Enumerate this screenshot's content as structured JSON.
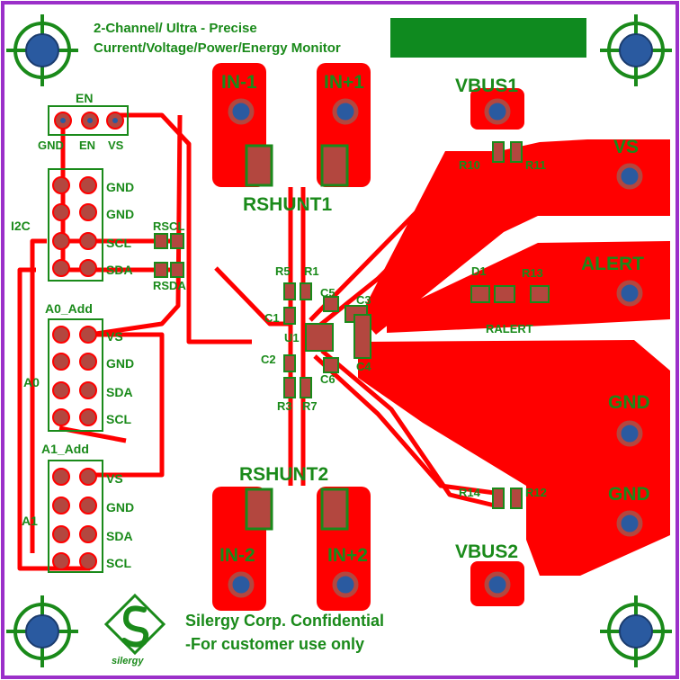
{
  "title": {
    "line1": "2-Channel/ Ultra - Precise",
    "line2": "Current/Voltage/Power/Energy Monitor"
  },
  "pads": {
    "in_minus_1": "IN-1",
    "in_plus_1": "IN+1",
    "in_minus_2": "IN-2",
    "in_plus_2": "IN+2",
    "vbus1": "VBUS1",
    "vbus2": "VBUS2",
    "vs": "VS",
    "alert": "ALERT",
    "gnd_1": "GND",
    "gnd_2": "GND"
  },
  "components": {
    "rshunt1": "RSHUNT1",
    "rshunt2": "RSHUNT2",
    "u1": "U1",
    "r5": "R5",
    "r1": "R1",
    "c5": "C5",
    "c3": "C3",
    "c1": "C1",
    "c2": "C2",
    "c4": "C4",
    "c6": "C6",
    "r3": "R3",
    "r7": "R7",
    "r10": "R10",
    "r11": "R11",
    "r14": "R14",
    "r12": "R12",
    "r13": "R13",
    "d1": "D1",
    "ralert": "RALERT",
    "rscl": "RSCL",
    "rsda": "RSDA"
  },
  "headers": {
    "en_title": "EN",
    "en_pins": [
      "GND",
      "EN",
      "VS"
    ],
    "i2c": {
      "name": "I2C",
      "pins": [
        "GND",
        "GND",
        "SCL",
        "SDA"
      ]
    },
    "a0_add": "A0_Add",
    "a0": {
      "name": "A0",
      "pins": [
        "VS",
        "GND",
        "SDA",
        "SCL"
      ]
    },
    "a1_add": "A1_Add",
    "a1": {
      "name": "A1",
      "pins": [
        "VS",
        "GND",
        "SDA",
        "SCL"
      ]
    }
  },
  "footer": {
    "company": "Silergy Corp. Confidential",
    "note": "-For customer use only",
    "logo_text": "silergy"
  },
  "colors": {
    "copper": "#ff0000",
    "pad": "#b3473f",
    "silkscreen": "#1a8a1a",
    "border": "#9b30c9",
    "hole": "#2a5aa0",
    "title_block": "#0f8a1f"
  }
}
